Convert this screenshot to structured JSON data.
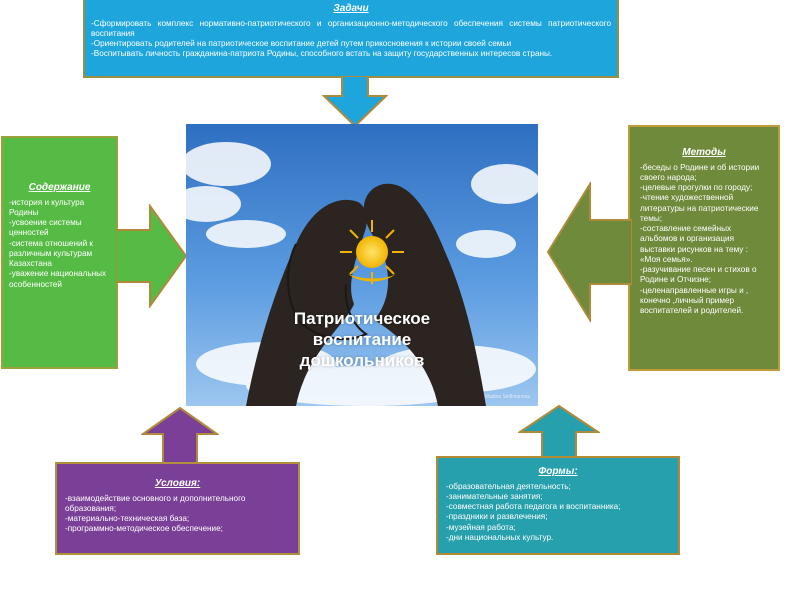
{
  "tasks": {
    "title": "Задачи",
    "items": [
      "-Сформировать комплекс нормативно-патриотического и организационно-методического обеспечения системы патриотического воспитания",
      "-Ориентировать родителей на патриотическое воспитание детей путем прикосновения к истории своей семьи",
      "-Воспитывать личность гражданина-патриота Родины, способного встать на защиту государственных интересов страны."
    ]
  },
  "content": {
    "title": "Содержание",
    "items": [
      "-история и культура Родины",
      "-усвоение системы ценностей",
      "-система отношений к различным культурам Казахстана",
      "-уважение национальных особенностей"
    ]
  },
  "methods": {
    "title": "Методы",
    "items": [
      "-беседы о Родине и об истории своего народа;",
      "-целевые прогулки по городу;",
      "-чтение художественной литературы на патриотические темы;",
      "-составление семейных альбомов и организация выставки рисунков на тему : «Моя семья».",
      "-разучивание песен и стихов о Родине и Отчизне;",
      "-целенаправленные игры и , конечно ,личный пример воспитателей и родителей."
    ]
  },
  "conditions": {
    "title": "Условия:",
    "items": [
      "-взаимодействие основного и дополнительного образования;",
      "-материально-техническая база;",
      "-программно-методическое обеспечение;"
    ]
  },
  "forms": {
    "title": "Формы:",
    "items": [
      "-образовательная деятельность;",
      "-занимательные занятия;",
      "-совместная работа педагога и воспитанника;",
      "-праздники и развлечения;",
      "-музейная работа;",
      "-дни национальных культур."
    ]
  },
  "center": {
    "title_lines": [
      "Патриотическое",
      "воспитание",
      "дошкольников"
    ],
    "credit": "Madina Seitkhanova"
  },
  "colors": {
    "tasks": "#1ea5dc",
    "content": "#56bb45",
    "methods": "#6e8a3a",
    "conditions": "#7a3f96",
    "forms": "#26a0ad",
    "arrow_outline": "#b08a3a"
  }
}
